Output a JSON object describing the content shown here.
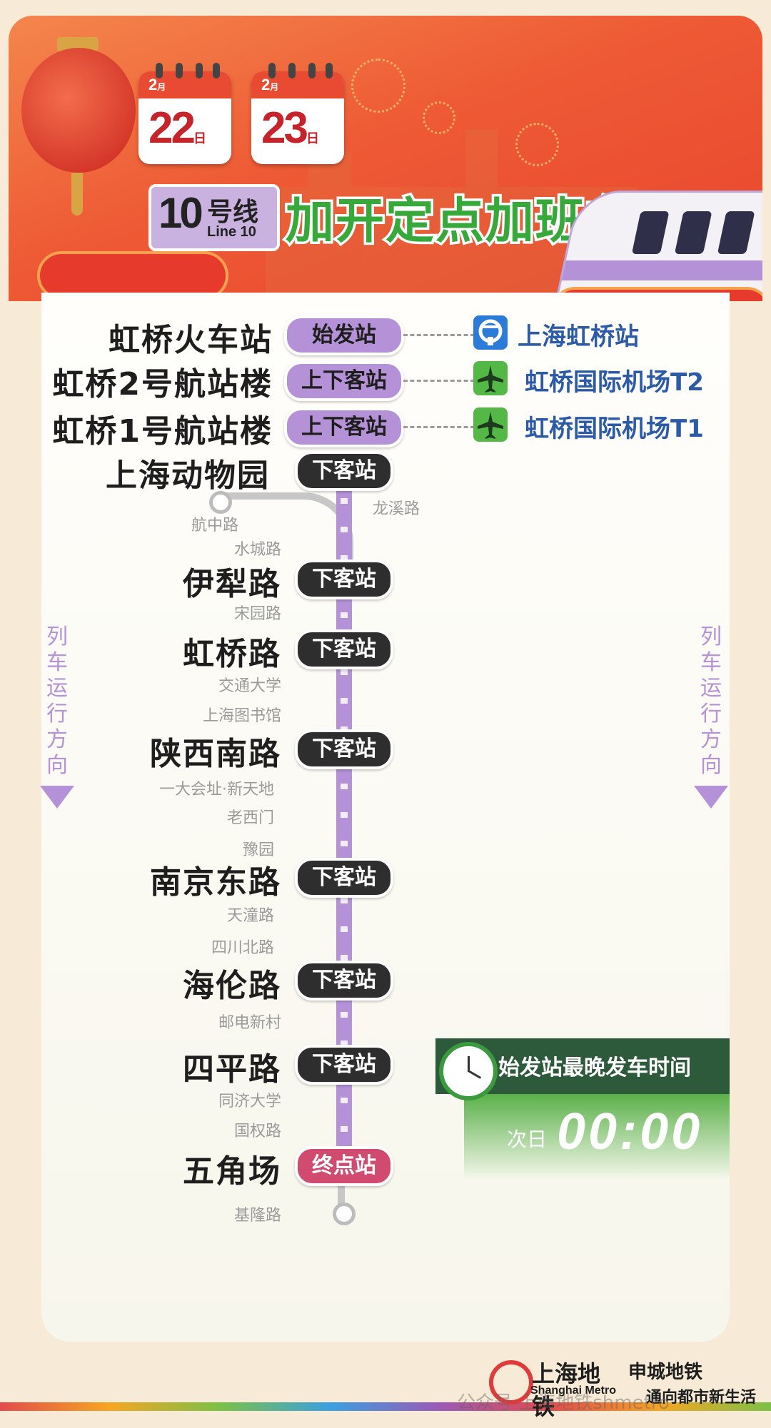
{
  "header": {
    "dates": [
      {
        "month": "2",
        "month_unit": "月",
        "day": "22",
        "day_unit": "日"
      },
      {
        "month": "2",
        "month_unit": "月",
        "day": "23",
        "day_unit": "日"
      }
    ],
    "line_number": "10",
    "line_hao": "号线",
    "line_en": "Line 10",
    "title": "加开定点加班车"
  },
  "stations": {
    "hongqiao_rail": {
      "name": "虹桥火车站",
      "tag": "始发站",
      "conn": "上海虹桥站"
    },
    "hongqiao_t2": {
      "name": "虹桥2号航站楼",
      "tag": "上下客站",
      "conn": "虹桥国际机场T2"
    },
    "hongqiao_t1": {
      "name": "虹桥1号航站楼",
      "tag": "上下客站",
      "conn": "虹桥国际机场T1"
    },
    "zoo": {
      "name": "上海动物园",
      "tag": "下客站"
    },
    "yili": {
      "name": "伊犁路",
      "tag": "下客站"
    },
    "hongqiao_rd": {
      "name": "虹桥路",
      "tag": "下客站"
    },
    "shaanxi_s": {
      "name": "陕西南路",
      "tag": "下客站"
    },
    "nanjing_e": {
      "name": "南京东路",
      "tag": "下客站"
    },
    "hailun": {
      "name": "海伦路",
      "tag": "下客站"
    },
    "siping": {
      "name": "四平路",
      "tag": "下客站"
    },
    "wujiaochang": {
      "name": "五角场",
      "tag": "终点站"
    }
  },
  "minor": {
    "longxi": "龙溪路",
    "hangzhong": "航中路",
    "shuicheng": "水城路",
    "songyuan": "宋园路",
    "jiaotong": "交通大学",
    "library": "上海图书馆",
    "xintiandi": "一大会址·新天地",
    "laoximen": "老西门",
    "yuyuan": "豫园",
    "tiantong": "天潼路",
    "sichuan_n": "四川北路",
    "youdian": "邮电新村",
    "tongji": "同济大学",
    "guoquan": "国权路",
    "jilong": "基隆路"
  },
  "direction_label": [
    "列",
    "车",
    "运",
    "行",
    "方",
    "向"
  ],
  "last_train": {
    "title": "始发站最晚发车时间",
    "prefix": "次日",
    "time": "00:00"
  },
  "footer": {
    "logo_cn": "上海地铁",
    "logo_en": "Shanghai Metro",
    "slogan_line1": "申城地铁",
    "slogan_line2": "通向都市新生活",
    "watermark": "公众号·上海地铁shmetro"
  },
  "colors": {
    "line10": "#b592d8",
    "header_red": "#e8452d",
    "title_green": "#37a83a",
    "terminal_pink": "#d04b6f",
    "panel_green": "#2d5a3a"
  }
}
